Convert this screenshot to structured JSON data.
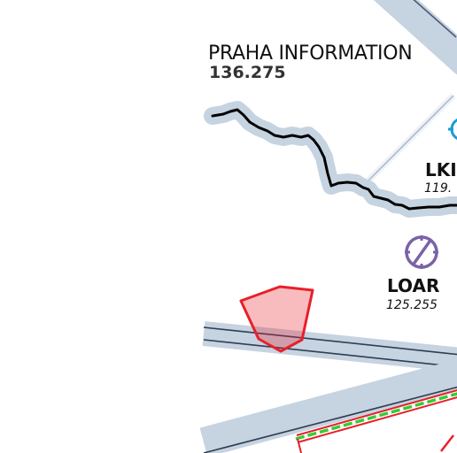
{
  "fir": {
    "name": "PRAHA INFORMATION",
    "frequency": "136.275"
  },
  "stations": {
    "lkpr": {
      "ident": "LKI",
      "frequency": "119.",
      "symbol_color": "#1a9bd6"
    },
    "loar": {
      "ident": "LOAR",
      "frequency": "125.255",
      "symbol_color": "#7a62a8"
    }
  },
  "colors": {
    "border": "#000000",
    "border_halo": "#c6d3e0",
    "corridor": "#c6d3e0",
    "restricted_area": "#e8202a",
    "route_line": "#33cc33"
  }
}
